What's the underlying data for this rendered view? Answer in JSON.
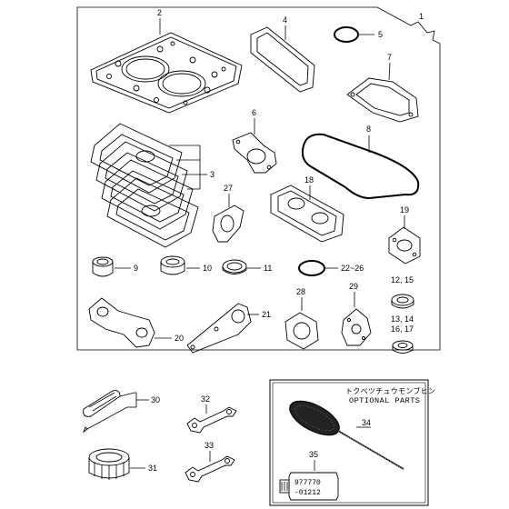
{
  "callouts": {
    "c1": "1",
    "c2": "2",
    "c3": "3",
    "c4": "4",
    "c5": "5",
    "c6": "6",
    "c7": "7",
    "c8": "8",
    "c9": "9",
    "c10": "10",
    "c11": "11",
    "c18": "18",
    "c19": "19",
    "c20": "20",
    "c21": "21",
    "c22": "22~26",
    "c27": "27",
    "c28": "28",
    "c29": "29",
    "c12": "12, 15",
    "c13a": "13, 14",
    "c13b": "16, 17",
    "c30": "30",
    "c31": "31",
    "c32": "32",
    "c33": "33",
    "c34": "34",
    "c35": "35"
  },
  "optional_parts": {
    "title_jp": "トクベツチュウモンブヒン",
    "title_en": "OPTIONAL PARTS"
  },
  "tube_label": {
    "line1": "977770",
    "line2": "-01212"
  }
}
